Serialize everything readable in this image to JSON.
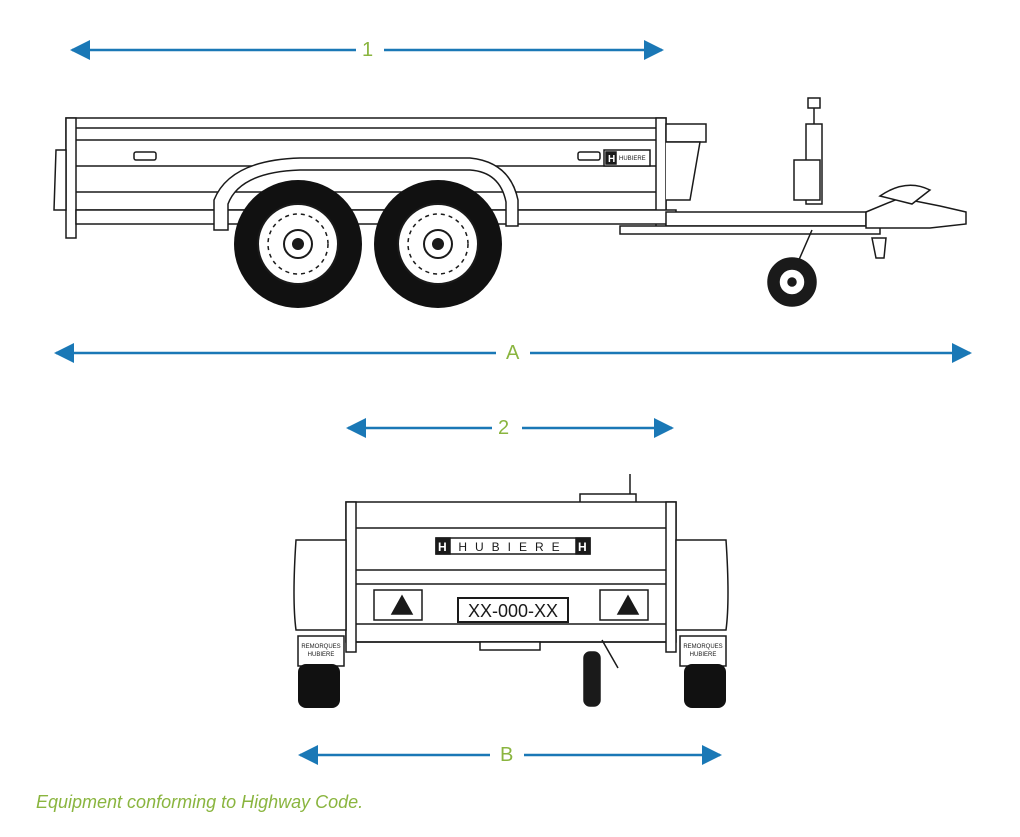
{
  "dimensions": {
    "side_length_body": "1",
    "side_length_total": "A",
    "rear_width_body": "2",
    "rear_width_total": "B"
  },
  "side_view": {
    "brand_plate_letter": "H",
    "brand_plate_text": "HUBIERE"
  },
  "rear_view": {
    "brand_bar_text": "HUBIERE",
    "brand_logo_letter": "H",
    "license_plate": "XX-000-XX",
    "mudflap_left": [
      "REMORQUES",
      "HUBIERE"
    ],
    "mudflap_right": [
      "REMORQUES",
      "HUBIERE"
    ]
  },
  "caption": "Equipment conforming to Highway Code.",
  "colors": {
    "dimension_line": "#1a78b6",
    "label": "#8ab53f",
    "drawing": "#1a1a1a"
  }
}
